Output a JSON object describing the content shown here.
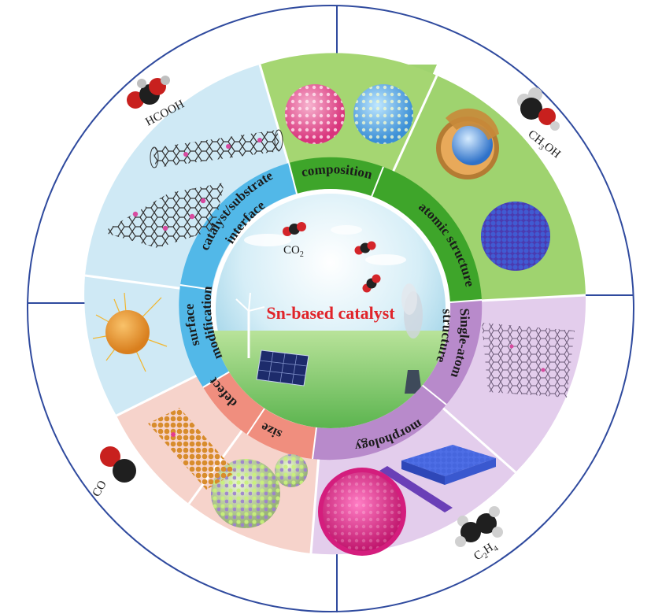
{
  "center": {
    "title": "Sn-based catalyst",
    "molecule_label": "CO2"
  },
  "categories": {
    "composition": "composition",
    "atomic_structure": "atomic structure",
    "single_atom_line1": "Single-atom",
    "single_atom_line2": "structure",
    "morphology": "morphology",
    "size": "size",
    "defect": "defect",
    "surface_line1": "surface",
    "surface_line2": "modification",
    "interface_line1": "catalyst/substrate",
    "interface_line2": "interface"
  },
  "products": {
    "hcooh": "HCOOH",
    "ch3oh": "CH3OH",
    "co": "CO",
    "c2h4": "C2H4"
  },
  "colors": {
    "green": "#9fd36f",
    "green_band": "#3ea52a",
    "purple": "#e3cdec",
    "purple_band": "#b88acb",
    "salmon": "#f6d3cb",
    "salmon_band": "#f08e7e",
    "blue": "#cfe9f5",
    "blue_band": "#52b8e8",
    "title_red": "#e0242a",
    "outline": "#2f4a9e"
  }
}
